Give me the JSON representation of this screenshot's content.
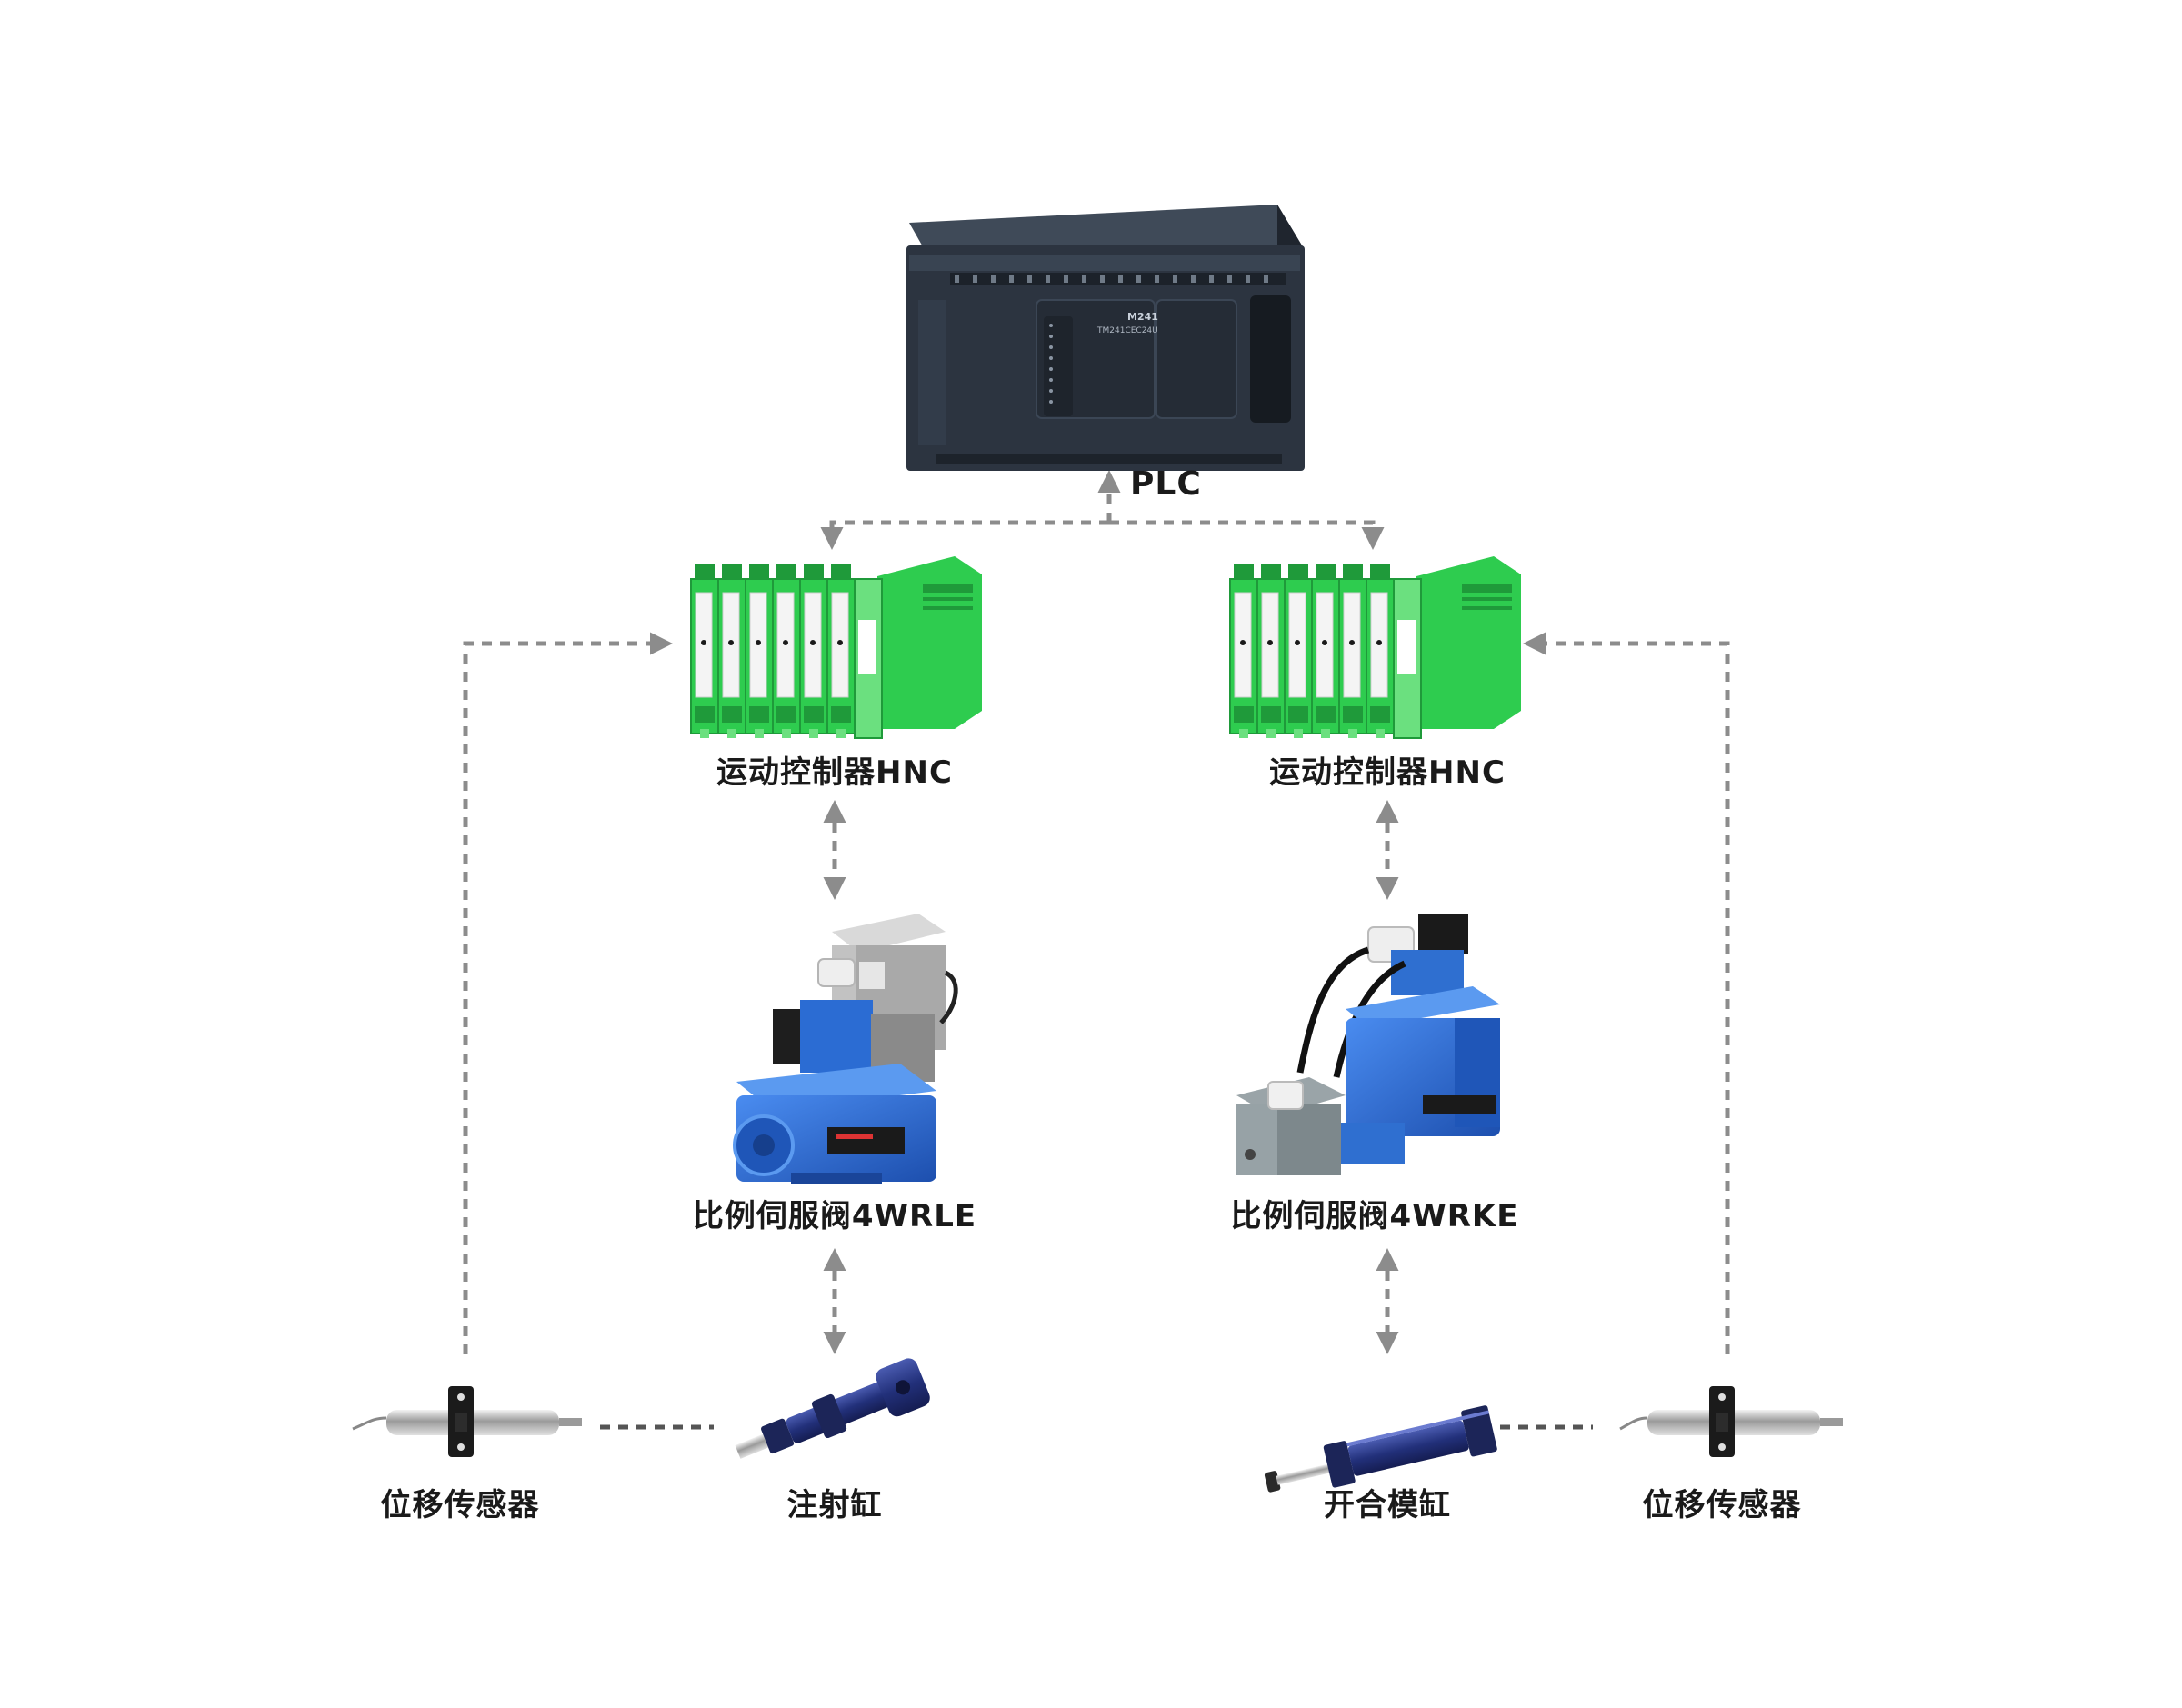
{
  "labels": {
    "plc": "PLC",
    "hnc_left": "运动控制器HNC",
    "hnc_right": "运动控制器HNC",
    "valve_left": "比例伺服阀4WRLE",
    "valve_right": "比例伺服阀4WRKE",
    "sensor_left": "位移传感器",
    "cylinder_left": "注射缸",
    "cylinder_right": "开合模缸",
    "sensor_right": "位移传感器"
  },
  "plc_model": {
    "name": "M241",
    "part": "TM241CEC24U"
  },
  "colors": {
    "connector": "#8c8c8c",
    "plc_body": "#2c3440",
    "module_green": "#2ecc4f",
    "valve_blue": "#2f6fd0",
    "cylinder_navy": "#22307a"
  }
}
